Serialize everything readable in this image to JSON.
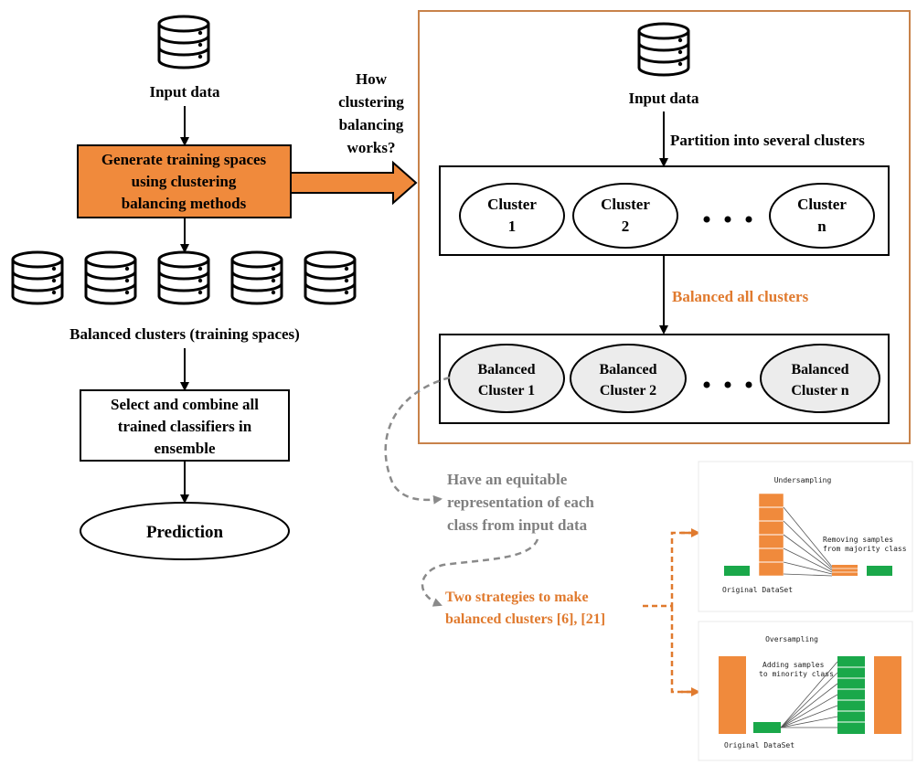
{
  "left_flow": {
    "input_label": "Input data",
    "generate_lines": [
      "Generate training spaces",
      "using clustering",
      "balancing methods"
    ],
    "balanced_clusters_label": "Balanced clusters (training spaces)",
    "select_lines": [
      "Select and combine all",
      "trained classifiers in",
      "ensemble"
    ],
    "prediction_label": "Prediction"
  },
  "question_lines": [
    "How",
    "clustering",
    "balancing",
    "works?"
  ],
  "right_panel": {
    "input_label": "Input data",
    "partition_label": "Partition into several clusters",
    "clusters": [
      {
        "line1": "Cluster",
        "line2": "1"
      },
      {
        "line1": "Cluster",
        "line2": "2"
      },
      {
        "line1": "Cluster",
        "line2": "n"
      }
    ],
    "balanced_label": "Balanced all clusters",
    "balanced_clusters": [
      {
        "line1": "Balanced",
        "line2": "Cluster 1"
      },
      {
        "line1": "Balanced",
        "line2": "Cluster 2"
      },
      {
        "line1": "Balanced",
        "line2": "Cluster n"
      }
    ]
  },
  "note_lines": [
    "Have an equitable",
    "representation of each",
    "class from input data"
  ],
  "strategies_lines": [
    "Two strategies to make",
    "balanced clusters [6], [21]"
  ],
  "undersampling": {
    "title": "Undersampling",
    "annotation": [
      "Removing samples",
      "from majority class"
    ],
    "caption": "Original DataSet"
  },
  "oversampling": {
    "title": "Oversampling",
    "annotation": [
      "Adding samples",
      "to minority class"
    ],
    "caption": "Original DataSet"
  },
  "colors": {
    "orange_accent": "#e07a2e",
    "orange_fill": "#f08a3c",
    "green": "#1aa84a",
    "panel_border": "#c8824a",
    "dashed_grey": "#8a8a8a"
  }
}
